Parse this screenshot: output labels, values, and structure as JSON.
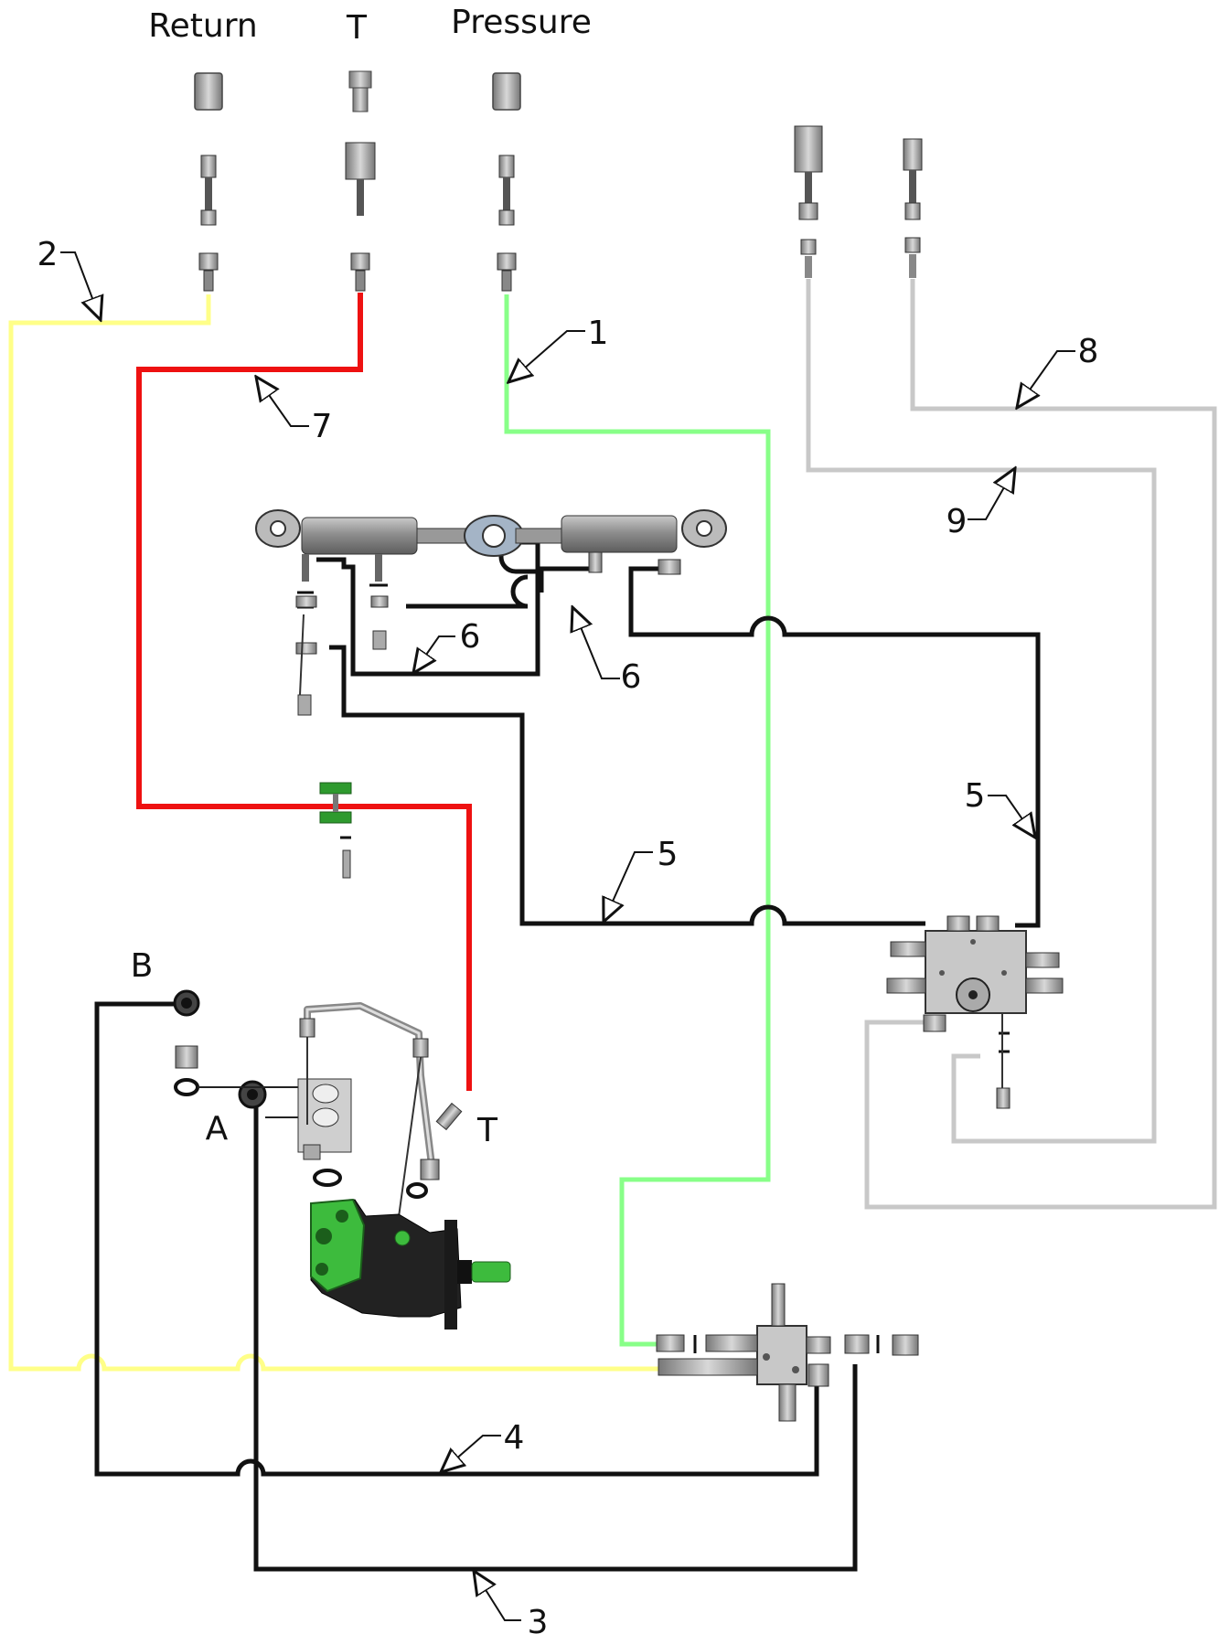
{
  "port_labels": {
    "return": "Return",
    "tank": "T",
    "pressure": "Pressure",
    "b": "B",
    "a": "A",
    "motor_tank": "T"
  },
  "callouts": {
    "c1": "1",
    "c2": "2",
    "c3": "3",
    "c4": "4",
    "c5a": "5",
    "c5b": "5",
    "c6a": "6",
    "c6b": "6",
    "c7": "7",
    "c8": "8",
    "c9": "9"
  },
  "colors": {
    "return_line": "#ffff88",
    "tank_line": "#ee1111",
    "pressure_line": "#88ff88",
    "black_line": "#111111",
    "grey_line": "#c8c8c8",
    "green_part": "#2e9a2e",
    "steel": "#9a9a9a"
  }
}
